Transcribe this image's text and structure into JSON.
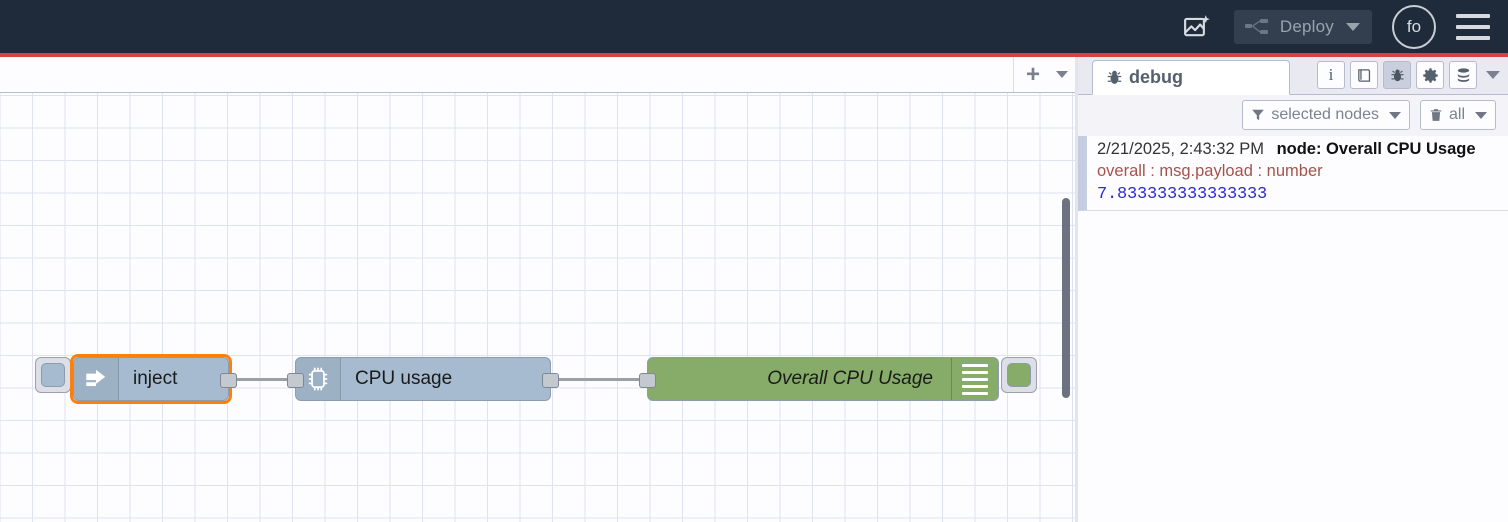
{
  "header": {
    "magic_icon": "image-sparkle-icon",
    "deploy_label": "Deploy",
    "deploy_icon": "deploy-nodes-icon",
    "avatar_initials": "fo",
    "menu_icon": "hamburger-menu-icon",
    "accent_red": "#d3453c",
    "bar_color": "#1f2a3a"
  },
  "tabbar": {
    "add_label": "+",
    "caret_icon": "chevron-down-icon"
  },
  "canvas": {
    "grid_color": "#dfe2f0",
    "background": "#fdfdff",
    "wire_color": "#9b9fa6",
    "selection_color": "#ff7f0e",
    "nodes": [
      {
        "id": "inject",
        "label": "inject",
        "type": "inject",
        "icon": "inject-arrow-icon",
        "color": "#a6bbcf",
        "selected": true,
        "has_trigger_button": true
      },
      {
        "id": "cpu-usage",
        "label": "CPU usage",
        "type": "cpu",
        "icon": "microchip-icon",
        "color": "#a6bbcf",
        "selected": false
      },
      {
        "id": "overall-cpu-usage",
        "label": "Overall CPU Usage",
        "type": "debug",
        "icon": "debug-lines-icon",
        "color": "#87ab69",
        "selected": false,
        "enabled": true
      }
    ]
  },
  "sidebar": {
    "tab": {
      "label": "debug",
      "icon": "bug-icon"
    },
    "tool_icons": [
      {
        "name": "info-icon",
        "glyph": "i",
        "active": false
      },
      {
        "name": "library-book-icon",
        "glyph": "book",
        "active": false
      },
      {
        "name": "debug-bug-icon",
        "glyph": "bug",
        "active": true
      },
      {
        "name": "gear-icon",
        "glyph": "gear",
        "active": false
      },
      {
        "name": "context-data-stack-icon",
        "glyph": "stack",
        "active": false
      }
    ],
    "filters": {
      "nodes_filter_label": "selected nodes",
      "nodes_filter_icon": "funnel-icon",
      "clear_label": "all",
      "clear_icon": "trash-icon"
    },
    "messages": [
      {
        "timestamp": "2/21/2025, 2:43:32 PM",
        "node_label": "node: Overall CPU Usage",
        "topic": "overall : msg.payload : number",
        "value": "7.833333333333333",
        "value_color": "#2b2bd6",
        "topic_color": "#a6534a"
      }
    ]
  }
}
